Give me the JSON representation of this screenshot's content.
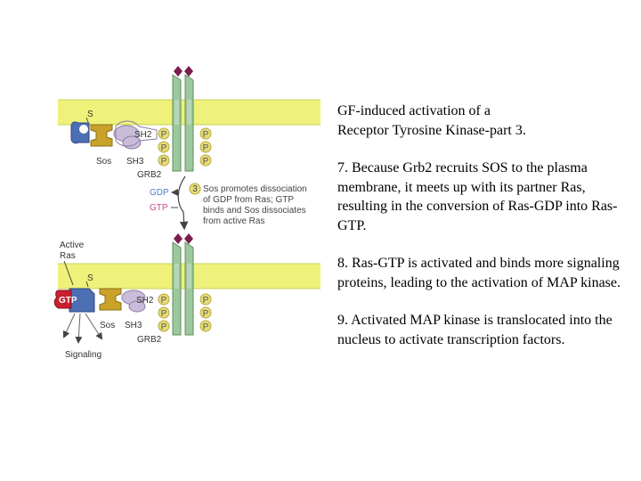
{
  "text": {
    "title_line1": "GF-induced activation of a",
    "title_line2": "Receptor Tyrosine Kinase-part 3.",
    "item7": "7. Because Grb2 recruits SOS to the plasma membrane, it meets up with its partner Ras, resulting in the conversion of Ras-GDP into Ras-GTP.",
    "item8": "8. Ras-GTP is activated and binds more signaling proteins, leading to the activation of MAP kinase.",
    "item9": "9. Activated MAP kinase is translocated into the nucleus to activate transcription factors."
  },
  "diagram": {
    "s": "S",
    "sh2": "SH2",
    "sh3": "SH3",
    "sos": "Sos",
    "grb2": "GRB2",
    "p": "P",
    "gdp": "GDP",
    "gtp": "GTP",
    "step_number": "3",
    "step_line1": "Sos promotes dissociation",
    "step_line2": "of GDP from Ras; GTP",
    "step_line3": "binds and Sos dissociates",
    "step_line4": "from active Ras",
    "active_ras_line1": "Active",
    "active_ras_line2": "Ras",
    "signaling": "Signaling",
    "colors": {
      "membrane": "#eef27a",
      "receptor": "#9dc79d",
      "phosphate": "#e6dc7a",
      "grb2": "#c9a22a",
      "sh3_domain": "#c8bcd8",
      "ras": "#4c6fb4",
      "gtp_cap": "#c8202e",
      "ligand": "#7a1e4c"
    }
  }
}
